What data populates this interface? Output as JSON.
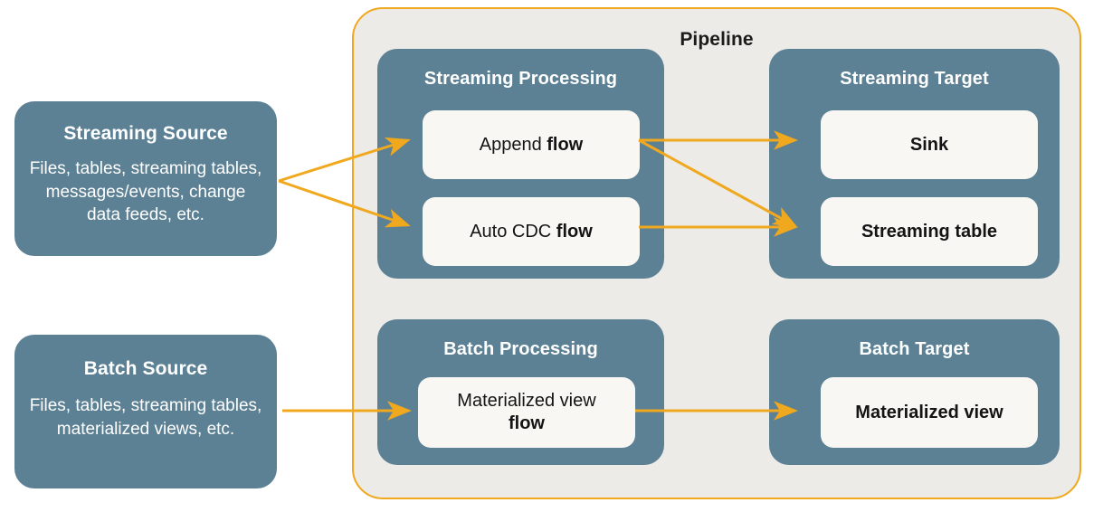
{
  "pipeline": {
    "title": "Pipeline",
    "border_color": "#f0a81e",
    "background_color": "#edebe7"
  },
  "colors": {
    "teal": "#5c8195",
    "card": "#f8f7f3",
    "arrow": "#f0a81e",
    "text_dark": "#141414",
    "text_light": "#ffffff"
  },
  "sources": [
    {
      "title": "Streaming Source",
      "description": "Files, tables, streaming tables, messages/events, change data feeds, etc."
    },
    {
      "title": "Batch Source",
      "description": "Files, tables, streaming tables, materialized views, etc."
    }
  ],
  "groups": {
    "streaming_processing": {
      "title": "Streaming Processing",
      "cards": [
        {
          "prefix": "Append ",
          "strong": "flow"
        },
        {
          "prefix": "Auto CDC ",
          "strong": "flow"
        }
      ]
    },
    "streaming_target": {
      "title": "Streaming Target",
      "cards": [
        {
          "label": "Sink"
        },
        {
          "label": "Streaming table"
        }
      ]
    },
    "batch_processing": {
      "title": "Batch Processing",
      "cards": [
        {
          "prefix": "Materialized view",
          "strong": "flow"
        }
      ]
    },
    "batch_target": {
      "title": "Batch Target",
      "cards": [
        {
          "label": "Materialized view"
        }
      ]
    }
  },
  "connections": [
    {
      "from": "Streaming Source",
      "to": "Append flow"
    },
    {
      "from": "Streaming Source",
      "to": "Auto CDC flow"
    },
    {
      "from": "Append flow",
      "to": "Sink"
    },
    {
      "from": "Append flow",
      "to": "Streaming table"
    },
    {
      "from": "Auto CDC flow",
      "to": "Streaming table"
    },
    {
      "from": "Batch Source",
      "to": "Materialized view flow"
    },
    {
      "from": "Materialized view flow",
      "to": "Materialized view"
    }
  ]
}
